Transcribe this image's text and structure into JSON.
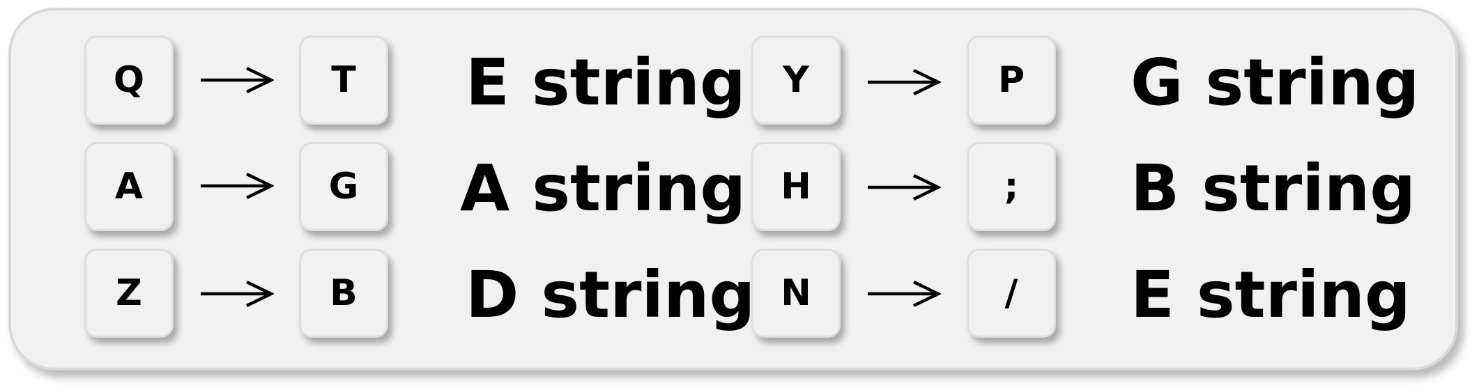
{
  "rows": [
    {
      "from": "Q",
      "to": "T",
      "label": "E string"
    },
    {
      "from": "A",
      "to": "G",
      "label": "A string"
    },
    {
      "from": "Z",
      "to": "B",
      "label": "D string"
    },
    {
      "from": "Y",
      "to": "P",
      "label": "G string"
    },
    {
      "from": "H",
      "to": ";",
      "label": "B string"
    },
    {
      "from": "N",
      "to": "/",
      "label": "E string"
    }
  ]
}
